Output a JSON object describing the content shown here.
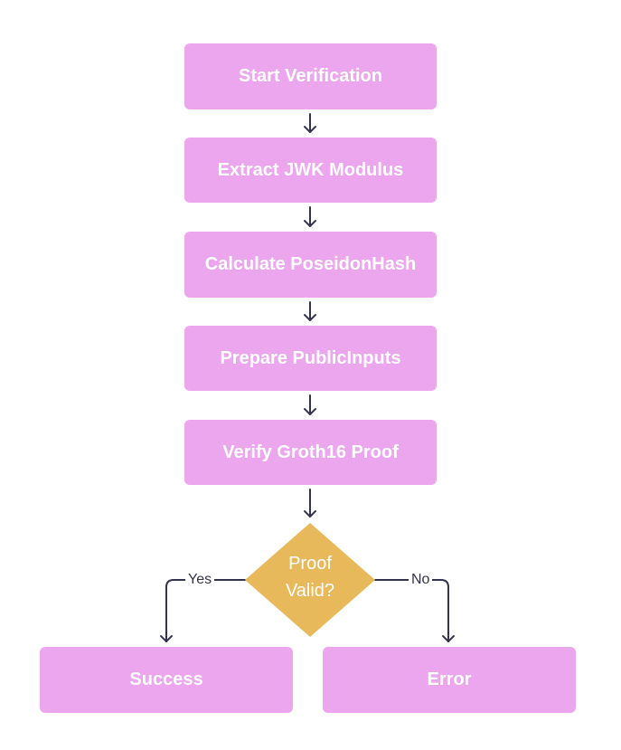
{
  "nodes": {
    "start": "Start Verification",
    "extract": "Extract JWK Modulus",
    "hash": "Calculate PoseidonHash",
    "inputs": "Prepare PublicInputs",
    "verify": "Verify Groth16 Proof",
    "decision_line1": "Proof",
    "decision_line2": "Valid?",
    "success": "Success",
    "error": "Error"
  },
  "edges": {
    "yes_label": "Yes",
    "no_label": "No"
  },
  "colors": {
    "process_fill": "#eba6ee",
    "decision_fill": "#e8b95a",
    "arrow": "#33334d",
    "text": "#ffffff"
  }
}
